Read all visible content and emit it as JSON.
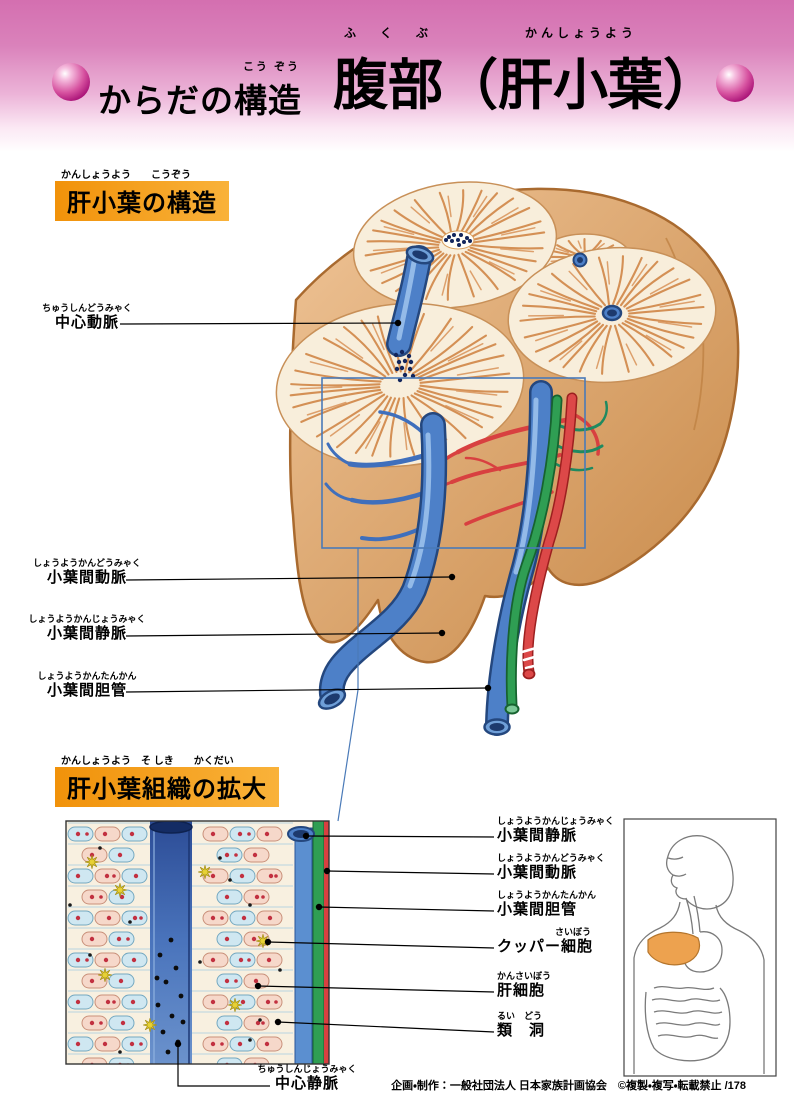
{
  "header": {
    "category": "からだの構造",
    "category_reading": "こう ぞう",
    "title": "腹部（肝小葉）",
    "title_reading_front": "ふ　く　ぶ",
    "title_reading_back": "かんしょうよう"
  },
  "section_structure": {
    "heading": "肝小葉の構造",
    "heading_reading": "かんしょうよう　　こうぞう",
    "labels": [
      {
        "reading": "ちゅうしんどうみゃく",
        "text": "中心動脈"
      },
      {
        "reading": "しょうようかんどうみゃく",
        "text": "小葉間動脈"
      },
      {
        "reading": "しょうようかんじょうみゃく",
        "text": "小葉間静脈"
      },
      {
        "reading": "しょうようかんたんかん",
        "text": "小葉間胆管"
      }
    ]
  },
  "section_tissue": {
    "heading": "肝小葉組織の拡大",
    "heading_reading": "かんしょうよう　そ しき　　かくだい",
    "labels": [
      {
        "reading": "しょうようかんじょうみゃく",
        "text": "小葉間静脈"
      },
      {
        "reading": "しょうようかんどうみゃく",
        "text": "小葉間動脈"
      },
      {
        "reading": "しょうようかんたんかん",
        "text": "小葉間胆管"
      },
      {
        "reading": "さいぼう",
        "text": "クッパー細胞"
      },
      {
        "reading": "かんさいぼう",
        "text": "肝細胞"
      },
      {
        "reading": "るい　どう",
        "text": "類　洞"
      }
    ],
    "central_vein_label": {
      "reading": "ちゅうしんじょうみゃく",
      "text": "中心静脈"
    }
  },
  "footer": "企画・制作：一般社団法人 日本家族計画協会　©複製・複写・転載禁止 /178",
  "colors": {
    "header_pink": "#d46fb0",
    "accent_orange": "#f1920a",
    "vein_blue": "#4d80c8",
    "artery_red": "#d84040",
    "bile_green": "#2f9e53",
    "liver_tan": "#d49055"
  }
}
